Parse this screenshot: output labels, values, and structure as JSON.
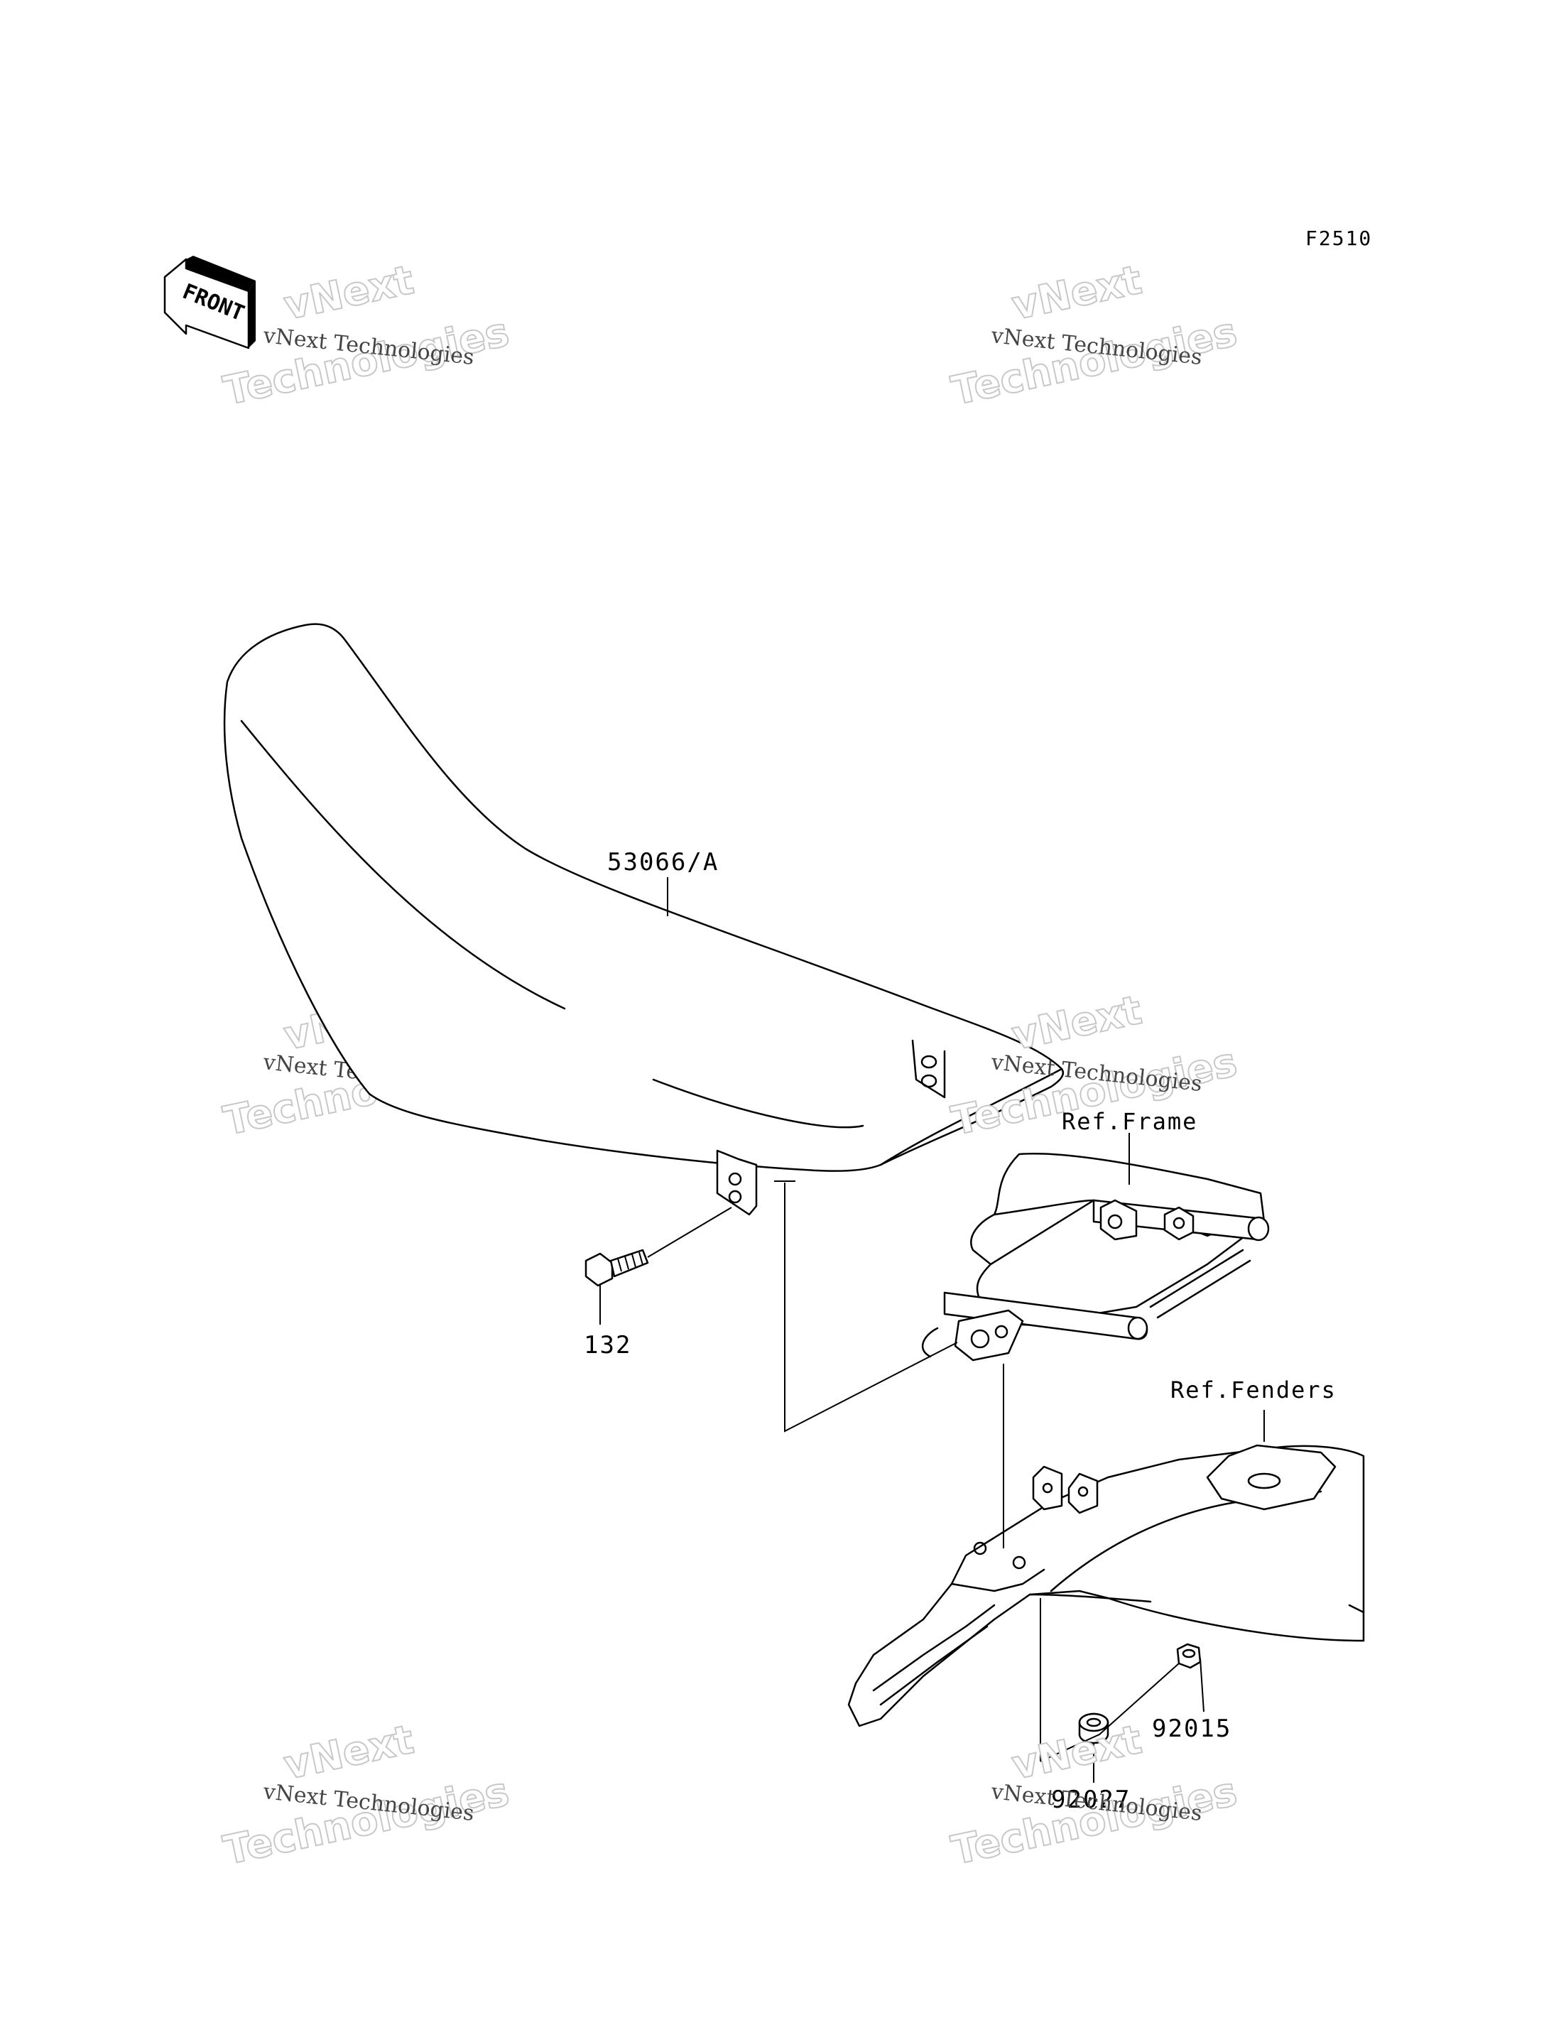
{
  "figure_code": "F2510",
  "front_arrow": {
    "label": "FRONT",
    "icon": "front-arrow-icon"
  },
  "watermark": {
    "line1": "vNext Technologies",
    "line2": "vNext",
    "line3": "Technologies"
  },
  "parts": [
    {
      "id": "seat",
      "label": "53066/A"
    },
    {
      "id": "bolt",
      "label": "132"
    },
    {
      "id": "nut",
      "label": "92015"
    },
    {
      "id": "washer",
      "label": "92027"
    }
  ],
  "references": [
    {
      "id": "frame",
      "label": "Ref.Frame"
    },
    {
      "id": "fenders",
      "label": "Ref.Fenders"
    }
  ]
}
